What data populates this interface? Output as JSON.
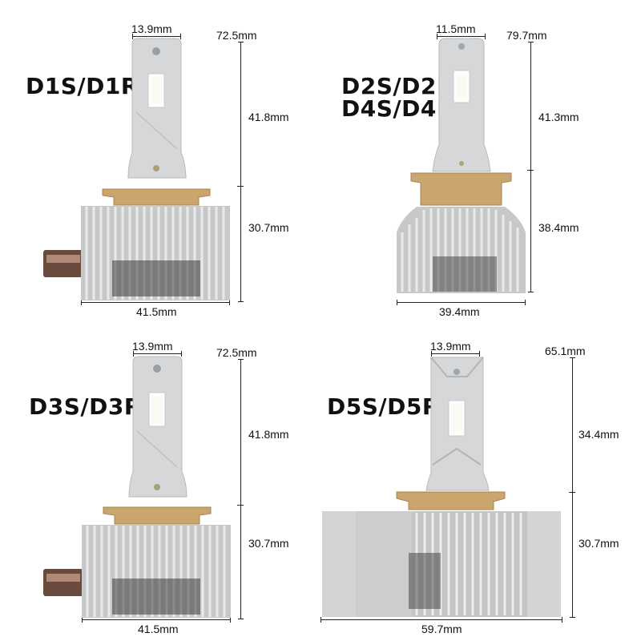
{
  "panels": [
    {
      "labels": [
        "D1S/D1R"
      ],
      "dims": {
        "top_width": "13.9mm",
        "total_height": "72.5mm",
        "upper_height": "41.8mm",
        "lower_height": "30.7mm",
        "base_width": "41.5mm"
      }
    },
    {
      "labels": [
        "D2S/D2R",
        "D4S/D4R"
      ],
      "dims": {
        "top_width": "11.5mm",
        "total_height": "79.7mm",
        "upper_height": "41.3mm",
        "lower_height": "38.4mm",
        "base_width": "39.4mm"
      }
    },
    {
      "labels": [
        "D3S/D3R"
      ],
      "dims": {
        "top_width": "13.9mm",
        "total_height": "72.5mm",
        "upper_height": "41.8mm",
        "lower_height": "30.7mm",
        "base_width": "41.5mm"
      }
    },
    {
      "labels": [
        "D5S/D5R"
      ],
      "dims": {
        "top_width": "13.9mm",
        "total_height": "65.1mm",
        "upper_height": "34.4mm",
        "lower_height": "30.7mm",
        "base_width": "59.7mm"
      }
    }
  ],
  "colors": {
    "aluminum": "#c9cbcd",
    "gold": "#c9a46a",
    "led": "#ffffff"
  }
}
